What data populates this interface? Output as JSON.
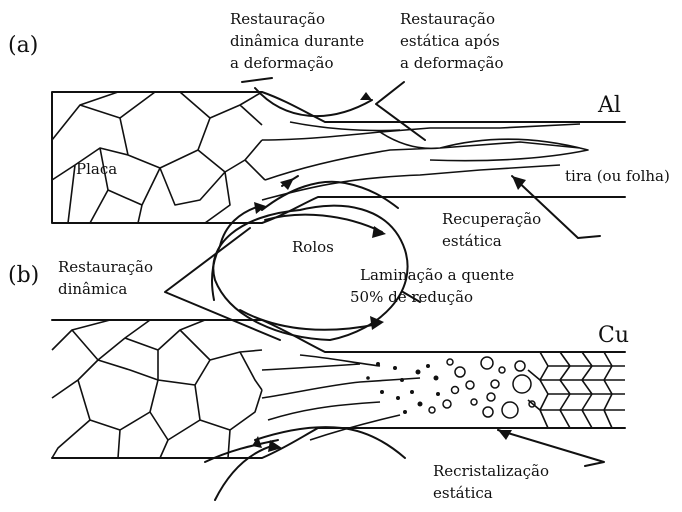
{
  "figure": {
    "panel_a": "(a)",
    "panel_b": "(b)",
    "metal_a": "Al",
    "metal_b": "Cu"
  },
  "labels": {
    "dyn_during_1": "Restauração",
    "dyn_during_2": "dinâmica durante",
    "dyn_during_3": "a deformação",
    "static_after_1": "Restauração",
    "static_after_2": "estática após",
    "static_after_3": "a deformação",
    "plate": "Placa",
    "strip": "tira (ou folha)",
    "static_recovery_1": "Recuperação",
    "static_recovery_2": "estática",
    "rolls": "Rolos",
    "dyn_rest_1": "Restauração",
    "dyn_rest_2": "dinâmica",
    "hot_rolling_1": "Laminação a quente",
    "hot_rolling_2": "50% de redução",
    "static_recryst_1": "Recristalização",
    "static_recryst_2": "estática"
  }
}
